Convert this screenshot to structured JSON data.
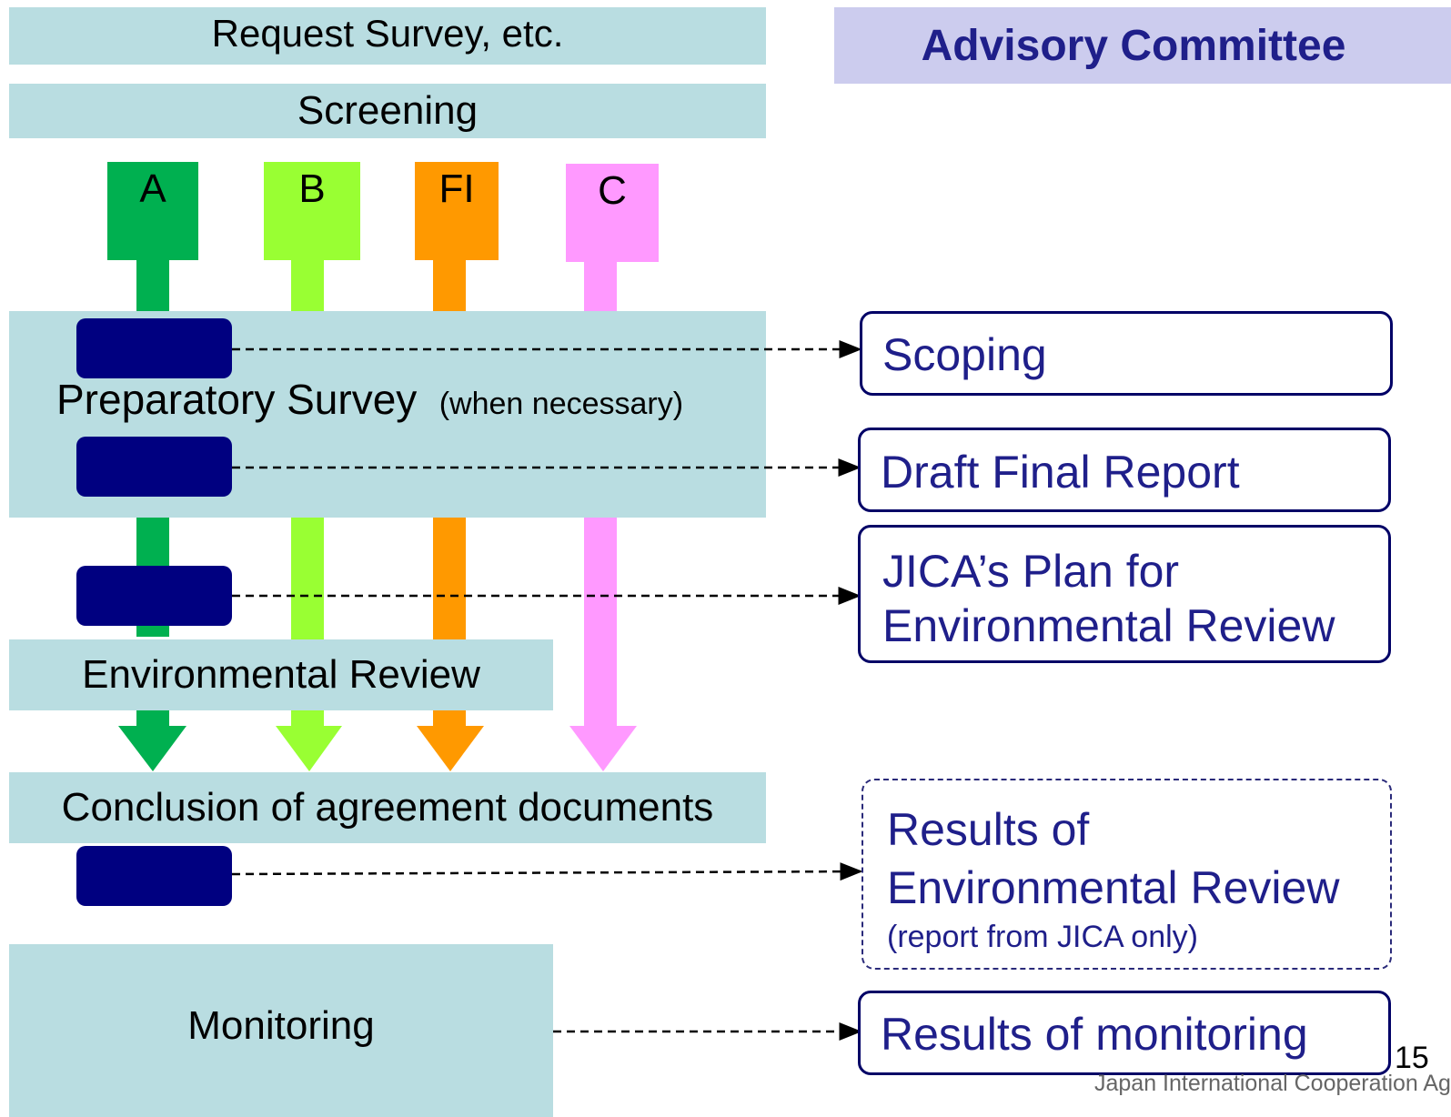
{
  "left": {
    "request_survey": "Request Survey, etc.",
    "screening": "Screening",
    "categories": [
      {
        "label": "A",
        "color": "#00b050"
      },
      {
        "label": "B",
        "color": "#99ff33"
      },
      {
        "label": "FI",
        "color": "#ff9900"
      },
      {
        "label": "C",
        "color": "#ff99ff"
      }
    ],
    "preparatory_survey": "Preparatory Survey",
    "preparatory_survey_note": "(when necessary)",
    "environmental_review": "Environmental Review",
    "conclusion": "Conclusion of agreement documents",
    "monitoring": "Monitoring"
  },
  "right": {
    "header": "Advisory Committee",
    "scoping": "Scoping",
    "draft_final_report": "Draft Final Report",
    "jica_plan_line1": "JICA’s Plan for",
    "jica_plan_line2": "Environmental Review",
    "results_review_line1": "Results of",
    "results_review_line2": "Environmental Review",
    "results_review_note": "(report from JICA only)",
    "results_monitoring": "Results of monitoring"
  },
  "footer": {
    "page_number": "15",
    "organization": "Japan International Cooperation Agency"
  },
  "colors": {
    "label_bar": "#b9dde1",
    "header_bar": "#ccccee",
    "marker": "#000080",
    "box_text": "#1f1f8a"
  }
}
